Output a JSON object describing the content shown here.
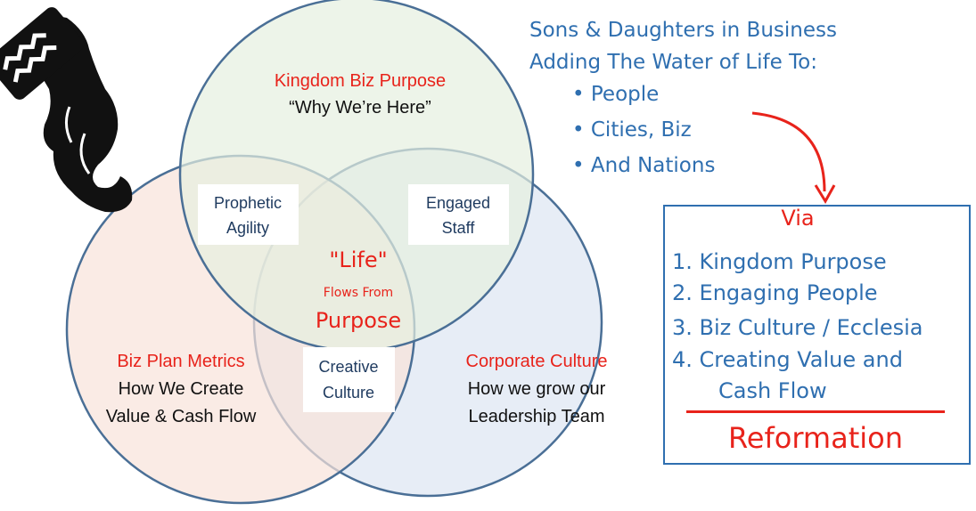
{
  "circles": {
    "top": {
      "title": "Kingdom Biz Purpose",
      "subtitle": "“Why We’re Here”"
    },
    "left": {
      "title": "Biz Plan Metrics",
      "line1": "How We Create",
      "line2": "Value & Cash Flow"
    },
    "right": {
      "title": "Corporate Culture",
      "line1": "How we grow our",
      "line2": "Leadership Team"
    }
  },
  "overlaps": {
    "top_left": {
      "line1": "Prophetic",
      "line2": "Agility"
    },
    "top_right": {
      "line1": "Engaged",
      "line2": "Staff"
    },
    "bottom": {
      "line1": "Creative",
      "line2": "Culture"
    },
    "center": {
      "line1": "\"Life\"",
      "line2": "Flows From",
      "line3": "Purpose"
    }
  },
  "headline": {
    "line1": "Sons & Daughters in Business",
    "line2": "Adding The Water of Life To:",
    "bullets": [
      "• People",
      "• Cities, Biz",
      "• And Nations"
    ]
  },
  "via_box": {
    "heading": "Via",
    "items": [
      "1.  Kingdom Purpose",
      "2. Engaging People",
      "3. Biz Culture / Ecclesia",
      "4. Creating Value and",
      "Cash Flow"
    ],
    "footer": "Reformation"
  },
  "icons": {
    "logo": "aquarius-water-bearer-icon",
    "arrow": "curved-arrow-icon"
  },
  "colors": {
    "accent_red": "#e8231b",
    "text_blue": "#2f6fb0",
    "circle_stroke": "#4a6f96",
    "top_fill": "#e6efe0",
    "left_fill": "#f8e3da",
    "right_fill": "#dfe7f3"
  }
}
